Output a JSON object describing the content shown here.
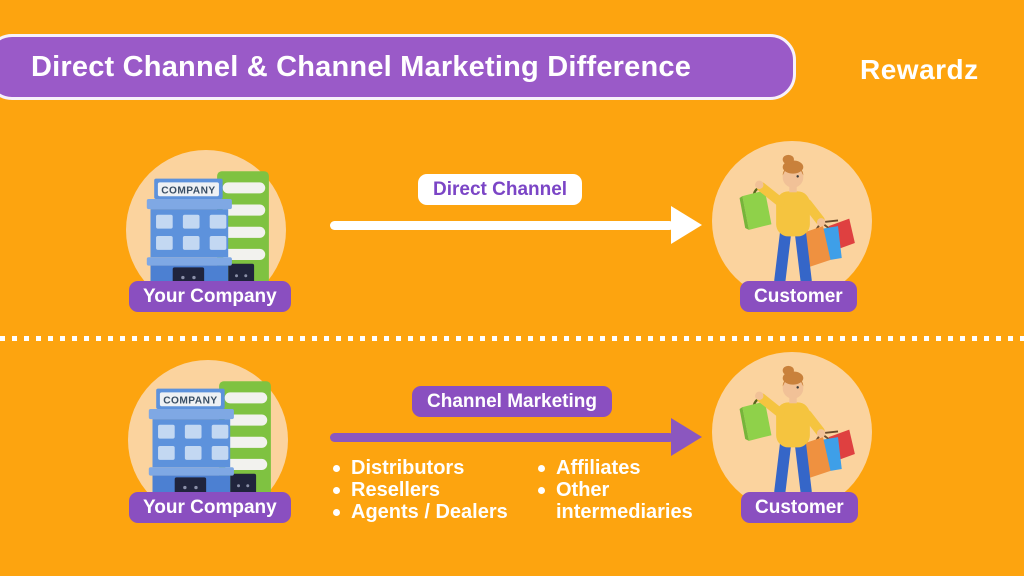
{
  "header": {
    "title": "Direct Channel & Channel Marketing Difference",
    "brand": "Rewardz"
  },
  "company_building": {
    "sign": "COMPANY"
  },
  "rows": {
    "direct": {
      "company_label": "Your Company",
      "channel_label": "Direct Channel",
      "customer_label": "Customer"
    },
    "marketing": {
      "company_label": "Your Company",
      "channel_label": "Channel Marketing",
      "customer_label": "Customer",
      "intermediaries_col1": [
        "Distributors",
        "Resellers",
        "Agents / Dealers"
      ],
      "intermediaries_col2": [
        "Affiliates",
        "Other intermediaries"
      ]
    }
  },
  "colors": {
    "background_orange": "#FDA40F",
    "header_purple": "#9A5AC8",
    "badge_purple": "#8A4FC0",
    "arrow_purple": "#8B57BF",
    "circle_peach": "#FBD39E",
    "label_text_purple": "#7B45C6",
    "white": "#FFFFFF"
  }
}
